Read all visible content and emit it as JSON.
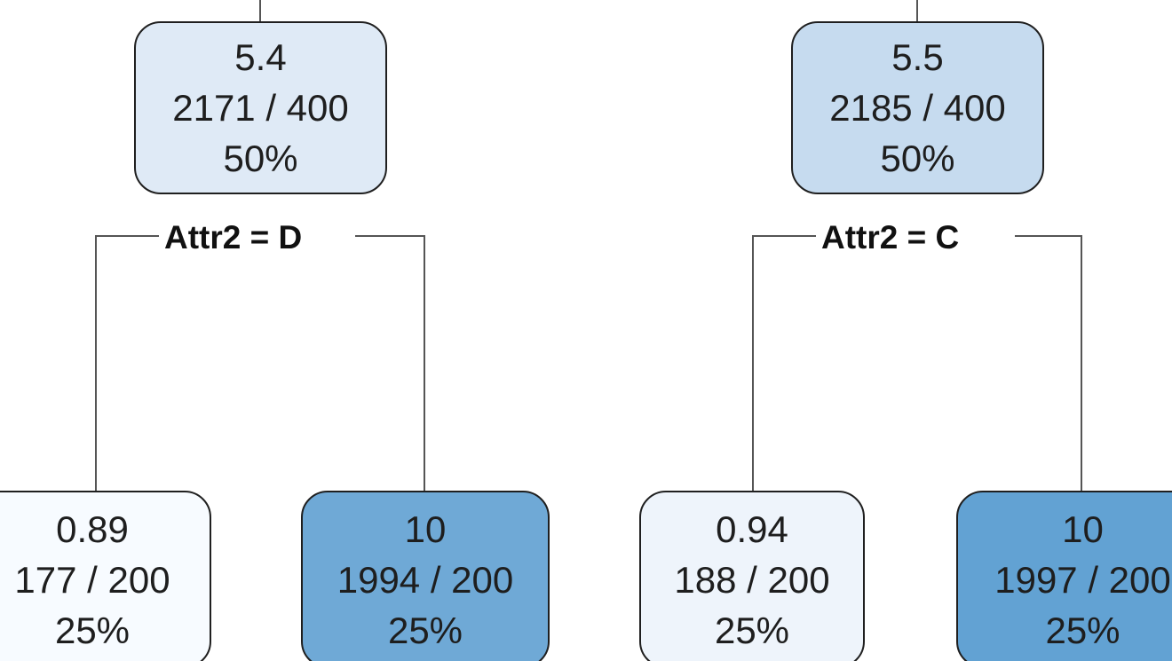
{
  "tree": {
    "nodes": {
      "left_parent": {
        "value": "5.4",
        "sum_count": "2171 / 400",
        "percent": "50%",
        "fill": "#dfeaf6"
      },
      "right_parent": {
        "value": "5.5",
        "sum_count": "2185 / 400",
        "percent": "50%",
        "fill": "#c6dbef"
      },
      "leaf_1": {
        "value": "0.89",
        "sum_count": "177 / 200",
        "percent": "25%",
        "fill": "#f7fbff"
      },
      "leaf_2": {
        "value": "10",
        "sum_count": "1994 / 200",
        "percent": "25%",
        "fill": "#6fa9d6"
      },
      "leaf_3": {
        "value": "0.94",
        "sum_count": "188 / 200",
        "percent": "25%",
        "fill": "#eef4fb"
      },
      "leaf_4": {
        "value": "10",
        "sum_count": "1997 / 200",
        "percent": "25%",
        "fill": "#62a2d3"
      }
    },
    "splits": {
      "left": "Attr2 = D",
      "right": "Attr2 = C"
    },
    "colors": {
      "edge": "#555555",
      "border": "#1f1f1f"
    }
  }
}
